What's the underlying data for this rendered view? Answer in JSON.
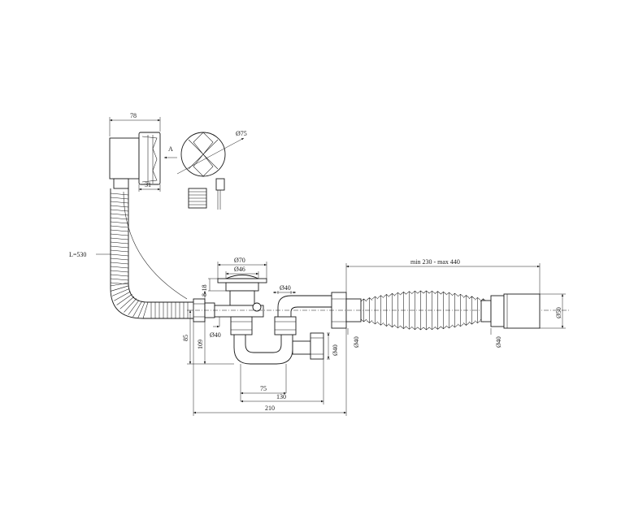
{
  "drawing": {
    "labels": {
      "width_78": "78",
      "depth_31": "31",
      "view_a": "A",
      "dia_75": "Ø75",
      "hose_length": "L=530",
      "dia_70": "Ø70",
      "dia_46": "Ø46",
      "range_8_18": "8-18",
      "dia_40_top": "Ø40",
      "height_85": "85",
      "height_109": "109",
      "dia_40_left": "Ø40",
      "dia_40_outlet": "Ø40",
      "dia_40_mid": "Ø40",
      "dia_40_right": "Ø40",
      "dia_50": "Ø50",
      "hose_range": "min 230 - max 440",
      "width_75": "75",
      "width_130": "130",
      "width_210": "210"
    }
  }
}
